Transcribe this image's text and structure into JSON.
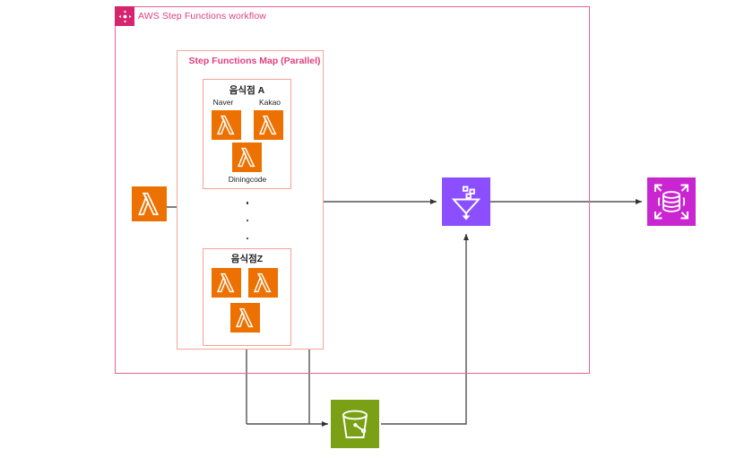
{
  "diagram": {
    "title": "AWS Step Functions workflow",
    "type": "aws-architecture-diagram",
    "colors": {
      "workflow_border": "#E7658F",
      "workflow_tab": "#D6246E",
      "map_border": "#F2A99B",
      "map_title": "#E0407E",
      "restaurant_border": "#F5A397",
      "lambda_orange": "#ED7100",
      "glue_purple": "#8C4FFF",
      "dynamodb_magenta": "#C925D1",
      "s3_green": "#7AA116",
      "connector": "#545454"
    }
  },
  "workflow": {
    "label": "AWS Step Functions workflow",
    "icon": "step-functions-icon"
  },
  "map_group": {
    "title": "Step Functions Map (Parallel)"
  },
  "restaurant_a": {
    "title": "음식점 A",
    "lambdas": [
      {
        "label": "Naver",
        "label_position": "top",
        "icon": "lambda-icon"
      },
      {
        "label": "Kakao",
        "label_position": "top",
        "icon": "lambda-icon"
      },
      {
        "label": "Diningcode",
        "label_position": "bottom",
        "icon": "lambda-icon"
      }
    ]
  },
  "restaurant_z": {
    "title": "음식점Z",
    "lambdas": [
      {
        "label": "",
        "icon": "lambda-icon"
      },
      {
        "label": "",
        "icon": "lambda-icon"
      },
      {
        "label": "",
        "icon": "lambda-icon"
      }
    ]
  },
  "ellipsis": {
    "dots": 3
  },
  "nodes": {
    "trigger_lambda": {
      "label": "",
      "icon": "lambda-icon"
    },
    "glue": {
      "label": "",
      "icon": "glue-funnel-icon"
    },
    "dynamodb": {
      "label": "",
      "icon": "dynamodb-icon"
    },
    "s3": {
      "label": "",
      "icon": "s3-bucket-icon"
    }
  }
}
